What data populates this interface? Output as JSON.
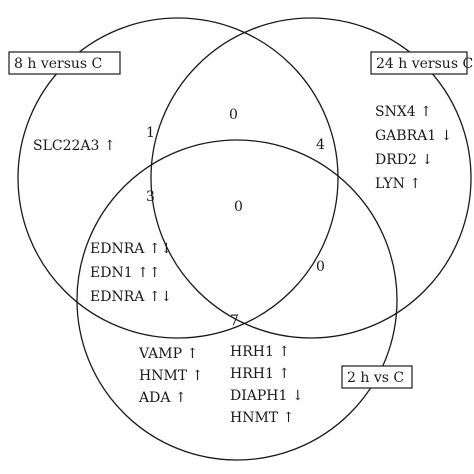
{
  "sets": {
    "a": {
      "label": "8 h versus C"
    },
    "b": {
      "label": "24 h versus C"
    },
    "c": {
      "label": "2 h vs C"
    }
  },
  "regions": {
    "a_only": {
      "count": "1",
      "genes": [
        "SLC22A3 ↑"
      ]
    },
    "b_only": {
      "count": "4",
      "genes": [
        "SNX4 ↑",
        "GABRA1 ↓",
        "DRD2 ↓",
        "LYN ↑"
      ]
    },
    "c_only": {
      "count": "7",
      "genes": [
        "VAMP ↑",
        "HNMT ↑",
        "ADA ↑",
        "HRH1 ↑",
        "HRH1 ↑",
        "DIAPH1 ↓",
        "HNMT ↑"
      ]
    },
    "ab": {
      "count": "0"
    },
    "ac": {
      "count": "3",
      "genes": [
        "EDNRA ↑↓",
        "EDN1 ↑↑",
        "EDNRA ↑↓"
      ]
    },
    "bc": {
      "count": "0"
    },
    "abc": {
      "count": "0"
    }
  }
}
